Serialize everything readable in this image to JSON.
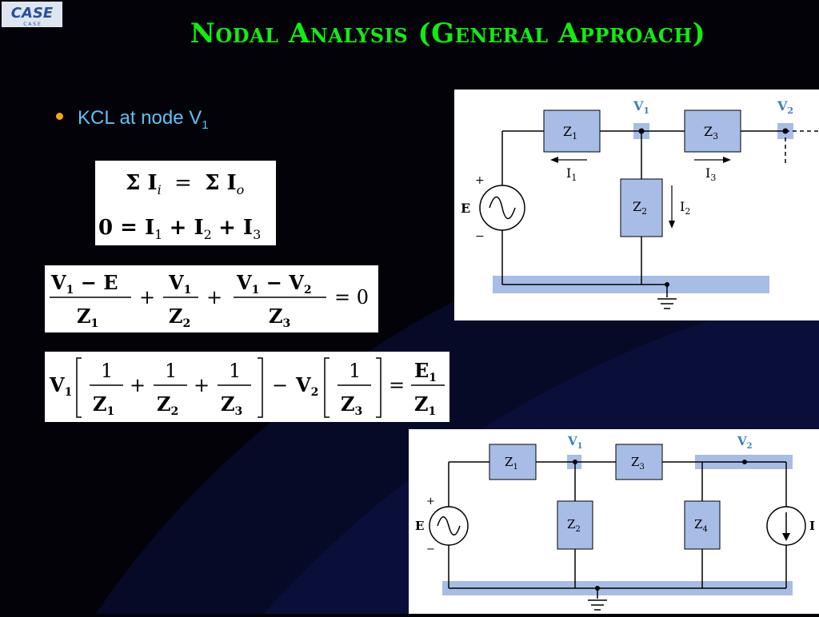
{
  "logo": {
    "text": "CASE",
    "subtext": "C A S E"
  },
  "title": "Nodal Analysis (General Approach)",
  "bullet": {
    "text": "KCL at node V",
    "subscript": "1"
  },
  "equations": {
    "sum_currents": {
      "lhs": "Σ I",
      "lhs_sub": "i",
      "eq": "=",
      "rhs": "Σ I",
      "rhs_sub": "o"
    },
    "zero_currents": {
      "text": "0 = I",
      "s1": "1",
      "p1": "+ I",
      "s2": "2",
      "p2": "+ I",
      "s3": "3"
    },
    "fraction_eq": {
      "t1_num": "V",
      "t1_num_sub": "1",
      "t1_num_rest": " − E",
      "t1_den": "Z",
      "t1_den_sub": "1",
      "plus": "+",
      "t2_num": "V",
      "t2_num_sub": "1",
      "t2_den": "Z",
      "t2_den_sub": "2",
      "t3_num": "V",
      "t3_num_sub": "1",
      "t3_num_mid": " − V",
      "t3_num_sub2": "2",
      "t3_den": "Z",
      "t3_den_sub": "3",
      "rhs": "= 0"
    },
    "bracket_eq": {
      "v1": "V",
      "v1_sub": "1",
      "one": "1",
      "z": "Z",
      "z1": "1",
      "z2": "2",
      "z3": "3",
      "minus": "−",
      "v2": "V",
      "v2_sub": "2",
      "eq": "=",
      "e": "E",
      "e_sub": "1",
      "zr_sub": "1"
    }
  },
  "circuit1": {
    "node_v1": "V",
    "node_v1_sub": "1",
    "node_v2": "V",
    "node_v2_sub": "2",
    "z1": "Z",
    "z1_sub": "1",
    "z2": "Z",
    "z2_sub": "2",
    "z3": "Z",
    "z3_sub": "3",
    "i1": "I",
    "i1_sub": "1",
    "i2": "I",
    "i2_sub": "2",
    "i3": "I",
    "i3_sub": "3",
    "source": "E",
    "plus": "+",
    "minus": "−"
  },
  "circuit2": {
    "node_v1": "V",
    "node_v1_sub": "1",
    "node_v2": "V",
    "node_v2_sub": "2",
    "z1": "Z",
    "z1_sub": "1",
    "z2": "Z",
    "z2_sub": "2",
    "z3": "Z",
    "z3_sub": "3",
    "z4": "Z",
    "z4_sub": "4",
    "source": "E",
    "current_source": "I",
    "plus": "+",
    "minus": "−"
  },
  "colors": {
    "title": "#10ee10",
    "bullet_text": "#5cc3f5",
    "bullet_dot": "#f2a41e",
    "box_fill": "#a8bde6",
    "node_label": "#3a7fc4"
  }
}
